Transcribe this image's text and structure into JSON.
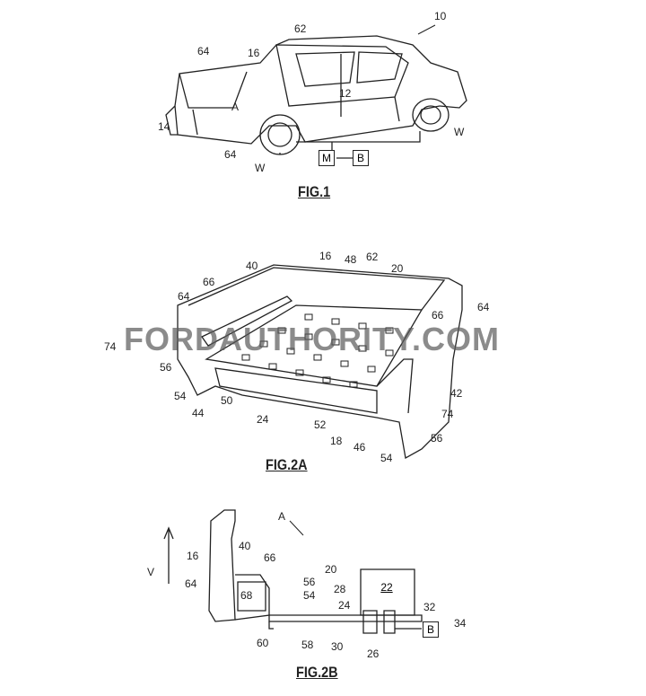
{
  "fig1": {
    "caption": "FIG.1",
    "labels": [
      "10",
      "62",
      "64",
      "16",
      "12",
      "A",
      "14",
      "64",
      "W",
      "W"
    ],
    "motor_box": "M",
    "battery_box": "B"
  },
  "fig2a": {
    "caption": "FIG.2A",
    "labels": [
      "16",
      "48",
      "62",
      "40",
      "20",
      "66",
      "64",
      "64",
      "74",
      "66",
      "56",
      "54",
      "42",
      "44",
      "50",
      "74",
      "24",
      "52",
      "56",
      "18",
      "46",
      "54"
    ]
  },
  "fig2b": {
    "caption": "FIG.2B",
    "labels": [
      "A",
      "40",
      "66",
      "16",
      "V",
      "20",
      "56",
      "54",
      "64",
      "68",
      "28",
      "24",
      "32",
      "34",
      "60",
      "58",
      "30",
      "26"
    ],
    "box_22": "22",
    "battery_box": "B"
  },
  "watermark": "FORDAUTHORITY.COM"
}
